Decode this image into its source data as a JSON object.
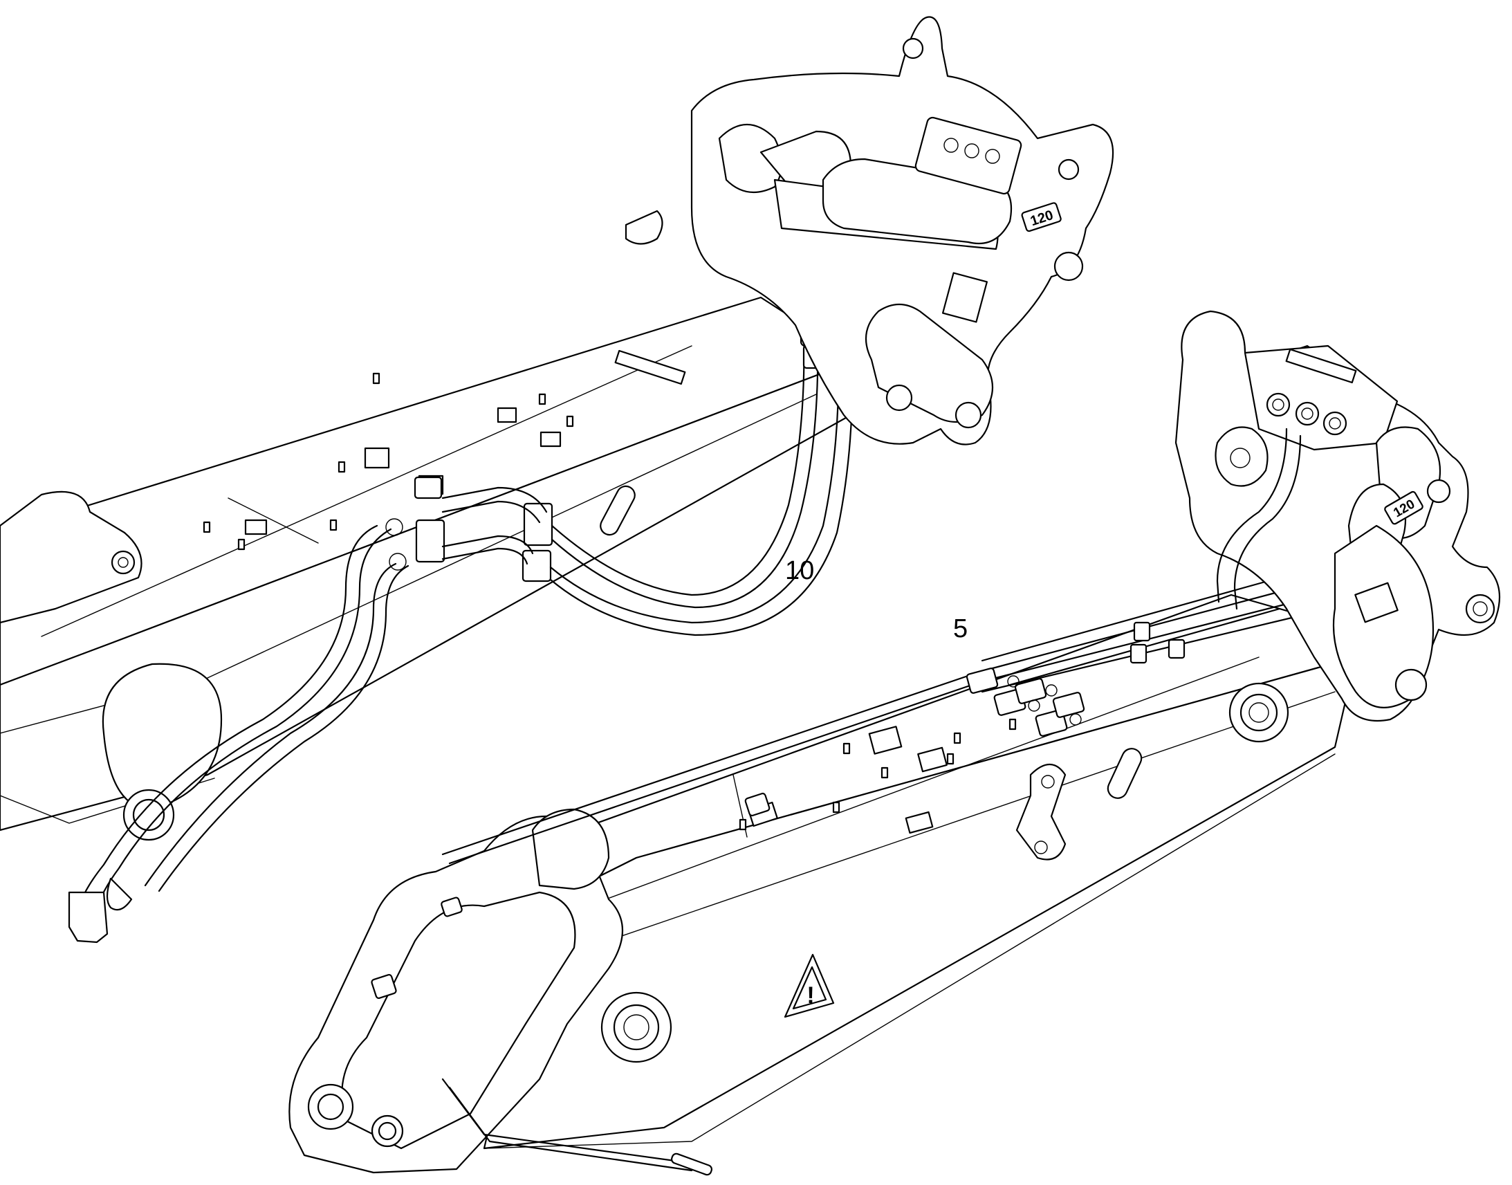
{
  "callouts": {
    "left_boom": "10",
    "right_boom": "5"
  },
  "markings": {
    "bracket_left": "120",
    "bracket_right": "120",
    "warning_symbol": "!"
  },
  "colors": {
    "line": "#000000",
    "background": "#ffffff"
  }
}
